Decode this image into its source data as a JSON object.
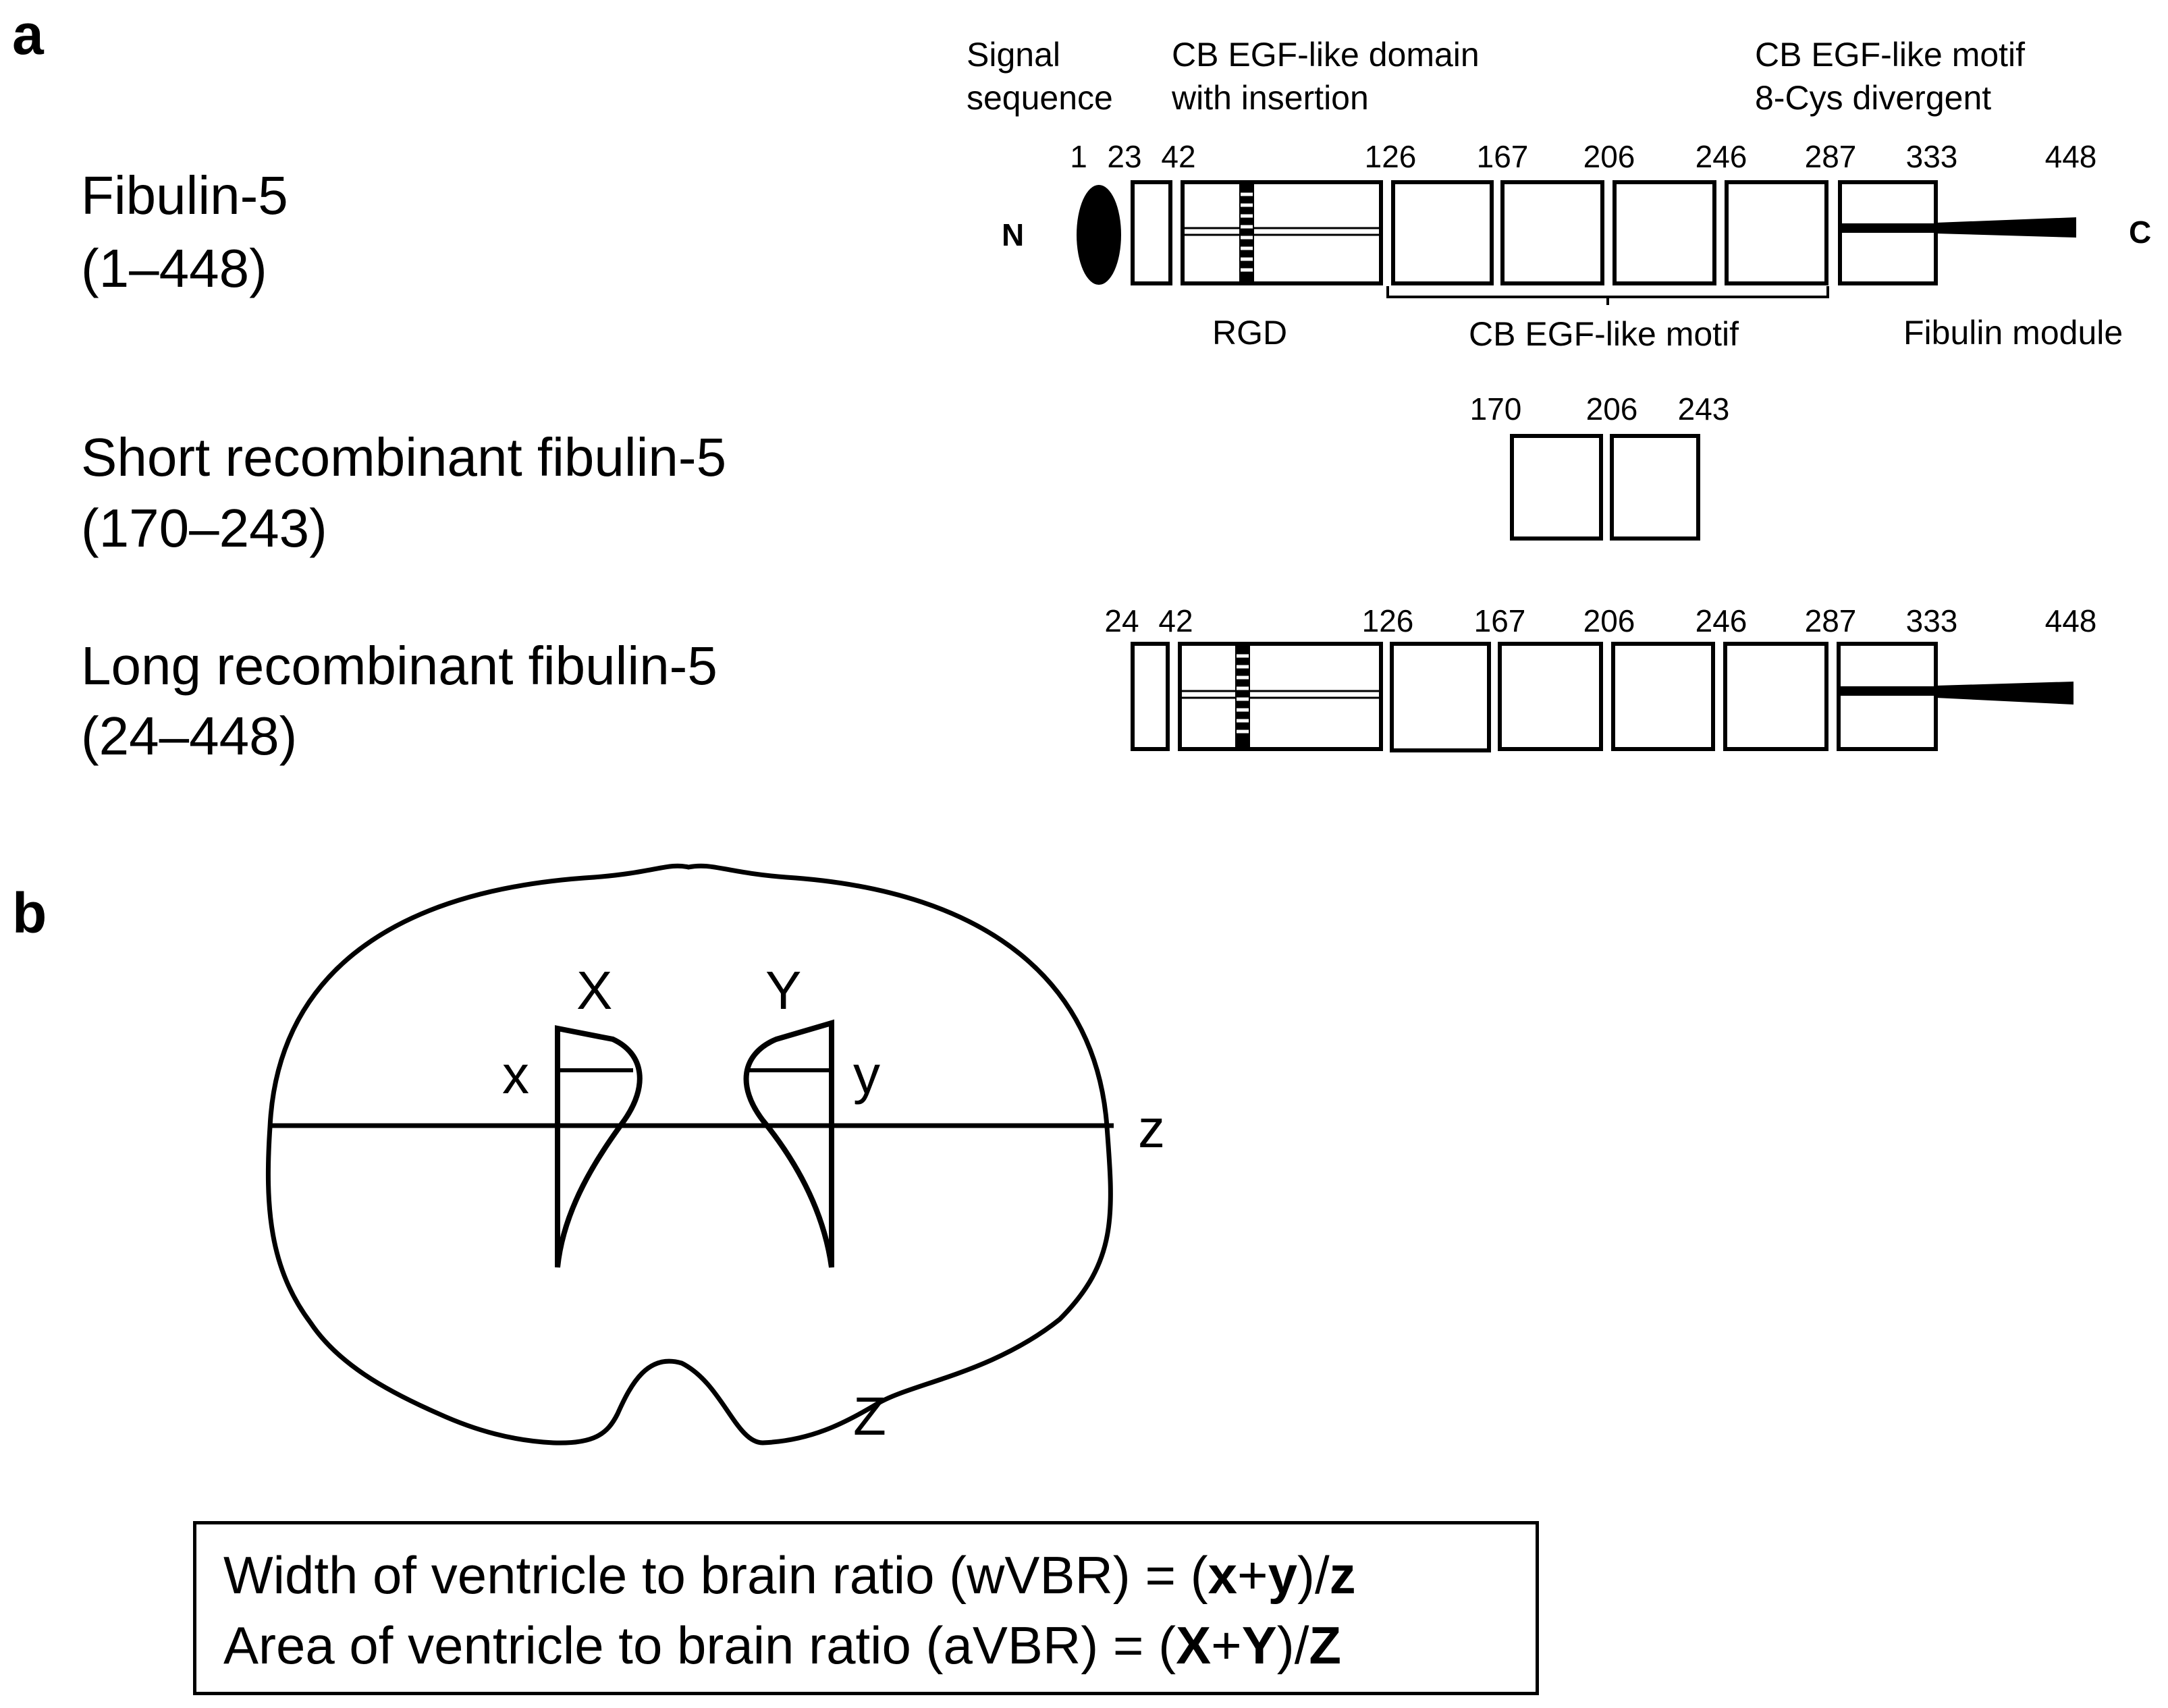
{
  "panel_a": {
    "label": "a",
    "constructs": [
      {
        "name": "Fibulin-5",
        "range": "(1–448)"
      },
      {
        "name": "Short recombinant fibulin-5",
        "range": "(170–243)"
      },
      {
        "name": "Long recombinant fibulin-5",
        "range": "(24–448)"
      }
    ],
    "domain_labels": {
      "signal": [
        "Signal",
        "sequence"
      ],
      "cb_insertion": [
        "CB EGF-like domain",
        "with insertion"
      ],
      "cb_motif_8cys": [
        "CB EGF-like motif",
        "8-Cys divergent"
      ],
      "n_term": "N",
      "c_term": "C",
      "rgd": "RGD",
      "cb_egf_motif": "CB EGF-like motif",
      "fibulin_module": "Fibulin module"
    },
    "positions_full": [
      "1",
      "23",
      "42",
      "126",
      "167",
      "206",
      "246",
      "287",
      "333",
      "448"
    ],
    "positions_short": [
      "170",
      "206",
      "243"
    ],
    "positions_long": [
      "24",
      "42",
      "126",
      "167",
      "206",
      "246",
      "287",
      "333",
      "448"
    ]
  },
  "panel_b": {
    "label": "b",
    "area_labels": {
      "X": "X",
      "Y": "Y",
      "Z": "Z"
    },
    "width_labels": {
      "x": "x",
      "y": "y",
      "z": "z"
    },
    "formula_line1": {
      "prefix": "Width of ventricle to brain ratio (wVBR) = (",
      "a": "x",
      "plus": "+",
      "b": "y",
      "close": ")/",
      "c": "z"
    },
    "formula_line2": {
      "prefix": "Area of ventricle to brain ratio (aVBR) = (",
      "a": "X",
      "plus": "+",
      "b": "Y",
      "close": ")/",
      "c": "Z"
    }
  }
}
